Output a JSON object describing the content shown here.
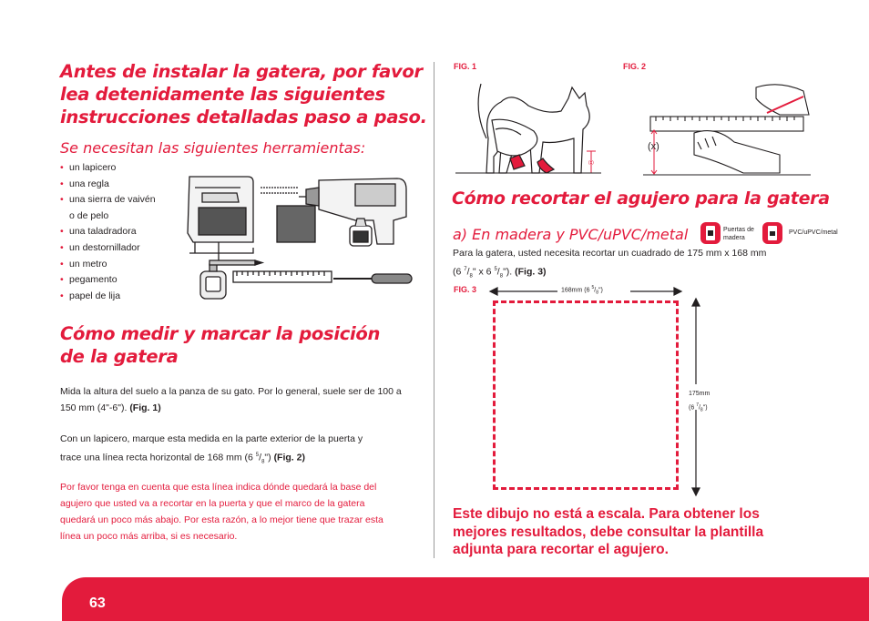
{
  "intro": {
    "title_lines": [
      "Antes de instalar la gatera, por favor",
      "lea detenidamente las siguientes",
      "instrucciones detalladas paso a paso."
    ],
    "tools_heading": "Se necesitan las siguientes herramientas:",
    "tools": [
      "un lapicero",
      "una regla",
      "una sierra de vaivén",
      "o de pelo",
      "una taladradora",
      "un destornillador",
      "un metro",
      "pegamento",
      "papel de lija"
    ]
  },
  "measure": {
    "title_lines": [
      "Cómo medir y marcar la posición",
      "de la gatera"
    ],
    "p1_lines": [
      "Mida la altura del suelo a la panza de su gato. Por lo general, suele ser de 100 a",
      "150 mm (4\"-6\")."
    ],
    "p1_ref": "(Fig. 1)",
    "p2_lines": [
      "Con un lapicero, marque esta medida en la parte exterior de la puerta y",
      "trace una línea recta horizontal de 168 mm (6"
    ],
    "p2_frac_num": "5",
    "p2_frac_den": "8",
    "p2_tail": "\")",
    "p2_ref": "(Fig. 2)",
    "note_lines": [
      "Por favor tenga en cuenta que esta línea indica dónde quedará la base del",
      "agujero que usted va a recortar en la puerta y que el marco de la gatera",
      "quedará un poco más abajo. Por esta razón, a lo mejor tiene que trazar esta",
      "línea un poco más arriba, si es necesario."
    ]
  },
  "figures": {
    "fig1": "FIG. 1",
    "fig2": "FIG. 2",
    "fig3": "FIG. 3",
    "x_label": "(x)",
    "x_small": "(x)"
  },
  "cut": {
    "title": "Cómo recortar el agujero para la gatera",
    "subtitle": "a) En madera y PVC/uPVC/metal",
    "icon1_label_lines": [
      "Puertas de",
      "madera"
    ],
    "icon2_label": "PVC/uPVC/metal",
    "p_line1": "Para la gatera, usted necesita recortar un cuadrado de 175 mm x 168 mm",
    "p_line2_a": "(6",
    "p_line2_f1n": "7",
    "p_line2_f1d": "8",
    "p_line2_b": "\" x 6",
    "p_line2_f2n": "5",
    "p_line2_f2d": "8",
    "p_line2_c": "\").",
    "p_ref": "(Fig. 3)",
    "dim_width": "168mm (6",
    "dim_width_frac_num": "5",
    "dim_width_frac_den": "8",
    "dim_width_tail": "\")",
    "dim_height_line1": "175mm",
    "dim_height_line2": "(6",
    "dim_height_frac_num": "7",
    "dim_height_frac_den": "8",
    "dim_height_tail": "\")",
    "warning_lines": [
      "Este dibujo no está a escala.  Para obtener los",
      "mejores resultados, debe consultar la plantilla",
      "adjunta para recortar el agujero."
    ]
  },
  "footer": {
    "page_number": "63"
  },
  "colors": {
    "accent": "#e31b3c",
    "text": "#231f20"
  }
}
